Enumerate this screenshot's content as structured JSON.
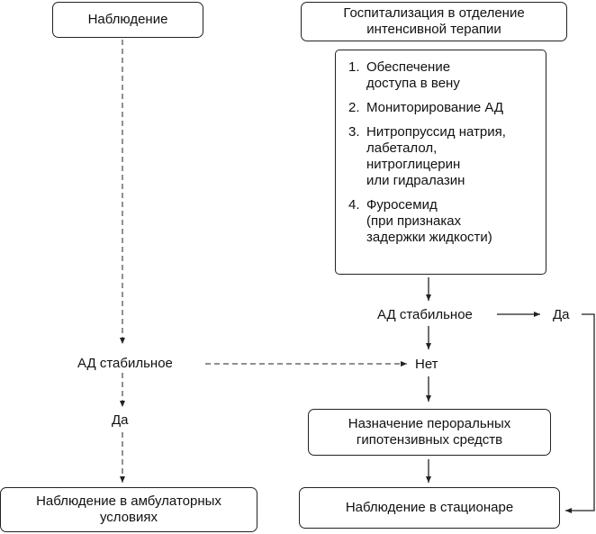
{
  "left": {
    "observation": "Наблюдение",
    "bp_stable": "АД стабильное",
    "yes": "Да",
    "outpatient": "Наблюдение в амбулаторных условиях"
  },
  "right": {
    "hospitalization": "Госпитализация в отделение интенсивной терапии",
    "steps": [
      {
        "num": "1.",
        "text": "Обеспечение\nдоступа в вену"
      },
      {
        "num": "2.",
        "text": "Мониторирование АД"
      },
      {
        "num": "3.",
        "text": "Нитропруссид натрия,\nлабеталол,\nнитроглицерин\nили гидралазин"
      },
      {
        "num": "4.",
        "text": "Фуросемид\n(при признаках\nзадержки жидкости)"
      }
    ],
    "bp_stable": "АД стабильное",
    "yes": "Да",
    "no": "Нет",
    "oral_agents": "Назначение пероральных гипотензивных средств",
    "inpatient": "Наблюдение в стационаре"
  }
}
